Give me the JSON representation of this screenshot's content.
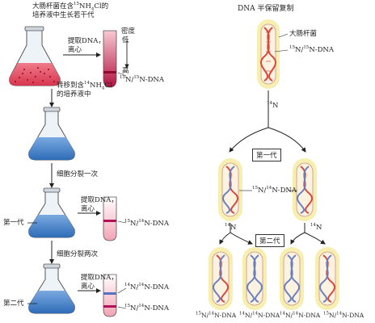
{
  "left": {
    "step1_line1": "大肠杆菌在含",
    "step1_iso": "15",
    "step1_line1b": "NH",
    "step1_sub": "4",
    "step1_line1c": "Cl的",
    "step1_line2": "培养液中生长若干代",
    "extract_line1": "提取DNA，",
    "extract_line2": "离心",
    "density_label1": "密度",
    "density_label2": "低",
    "density_high": "高",
    "band1_iso": "15",
    "band1_rest": "N/",
    "band1_iso2": "15",
    "band1_rest2": "N-DNA",
    "transfer_line1": "转移到含",
    "transfer_iso": "14",
    "transfer_line1b": "NH",
    "transfer_sub": "4",
    "transfer_line1c": "Cl",
    "transfer_line2": "的培养液中",
    "divide_once": "细胞分裂一次",
    "gen1_label": "第一代",
    "extract2_line1": "提取DNA，",
    "extract2_line2": "离心",
    "band2_iso": "15",
    "band2_rest": "N/",
    "band2_iso2": "14",
    "band2_rest2": "N-DNA",
    "divide_twice": "细胞分裂两次",
    "gen2_label": "第二代",
    "extract3_line1": "提取DNA，",
    "extract3_line2": "离心",
    "band3a_iso": "14",
    "band3a_rest": "N/",
    "band3a_iso2": "14",
    "band3a_rest2": "N-DNA",
    "band3b_iso": "15",
    "band3b_rest": "N/",
    "band3b_iso2": "14",
    "band3b_rest2": "N-DNA"
  },
  "right": {
    "title": "DNA 半保留复制",
    "bacterium_label": "大肠杆菌",
    "top_dna_iso": "15",
    "top_dna_rest": "N/",
    "top_dna_iso2": "15",
    "top_dna_rest2": "N-DNA",
    "n14_iso": "14",
    "n14_rest": "N",
    "gen1_box": "第一代",
    "mid_dna_iso": "15",
    "mid_dna_rest": "N/",
    "mid_dna_iso2": "14",
    "mid_dna_rest2": "N-DNA",
    "n14b_iso": "14",
    "n14b_rest": "N",
    "n14c_iso": "14",
    "n14c_rest": "N",
    "gen2_box": "第二代",
    "bottom_labels": [
      {
        "iso": "15",
        "rest": "N/",
        "iso2": "14",
        "rest2": "N-DNA"
      },
      {
        "iso": "14",
        "rest": "N/",
        "iso2": "14",
        "rest2": "N-DNA"
      },
      {
        "iso": "14",
        "rest": "N/",
        "iso2": "14",
        "rest2": "N-DNA"
      },
      {
        "iso": "15",
        "rest": "N/",
        "iso2": "14",
        "rest2": "N-DNA"
      }
    ]
  },
  "colors": {
    "heavy_strand": "#d9483b",
    "light_strand": "#6a7fc2",
    "cell_fill": "#f6efb0",
    "cell_inner": "#fbf3df",
    "flask_red": "#e0566a",
    "flask_blue": "#4f86c8",
    "band": "#c2185b"
  }
}
